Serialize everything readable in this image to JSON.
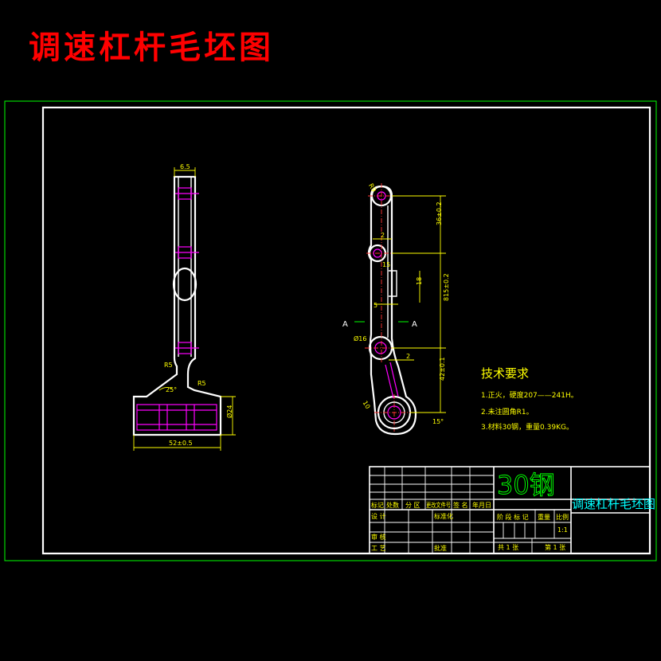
{
  "title": "调速杠杆毛坯图",
  "colors": {
    "title": "#ff0000",
    "outline": "#ffffff",
    "hidden": "#ff00ff",
    "dimension": "#ffff00",
    "frame": "#00ff00",
    "titleblock_text": "#00ffff"
  },
  "left_view": {
    "dims": {
      "top_width": "6.5",
      "r5_left": "R5",
      "r5_right": "R5",
      "angle": "25°",
      "diameter": "Ø24",
      "bottom_width": "52±0.5"
    }
  },
  "right_view": {
    "dims": {
      "r_top": "R9",
      "d1": "36±0.2",
      "d2": "2",
      "d3": "815±0.2",
      "d4": "18",
      "d5": "5",
      "d6": "Ø16",
      "d7": "2",
      "d8": "42±0.1",
      "d9": "10",
      "d10": "15°",
      "d11": "15"
    },
    "section_labels": {
      "left": "A",
      "right": "A"
    }
  },
  "tech_requirements": {
    "title": "技术要求",
    "items": [
      "1.正火，硬度207——241H。",
      "2.未注圆角R1。",
      "3.材料30钢，重量0.39KG。"
    ]
  },
  "title_block": {
    "material": "30钢",
    "drawing_name": "调速杠杆毛坯图",
    "revision_row": [
      "标记",
      "处数",
      "分 区",
      "更改文件号",
      "签 名",
      "年月日"
    ],
    "sign_rows": [
      "设 计",
      "标准化"
    ],
    "review_rows": [
      "审 核",
      "工 艺",
      "批准"
    ],
    "stage_headers": [
      "阶 段 标 记",
      "重量",
      "比例"
    ],
    "scale": "1:1",
    "sheets_total": "共 1 张",
    "sheet_no": "第 1 张"
  }
}
